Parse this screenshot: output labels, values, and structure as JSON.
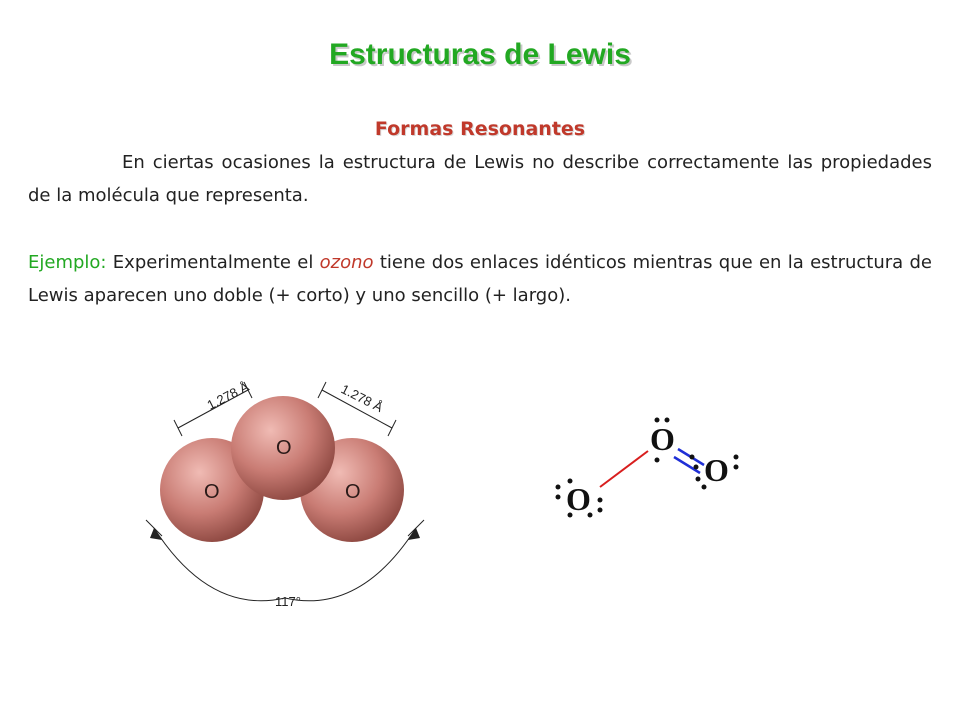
{
  "slide": {
    "title": "Estructuras de Lewis",
    "subtitle": "Formas Resonantes",
    "paragraph1": "En ciertas ocasiones la estructura de Lewis no describe  correctamente las propiedades de la molécula que representa.",
    "example_label": "Ejemplo:",
    "example_pre": " Experimentalmente el ",
    "example_highlight": "ozono",
    "example_post": " tiene dos enlaces idénticos mientras que en la estructura de Lewis aparecen uno doble (+ corto) y uno sencillo (+ largo)."
  },
  "ozone_model": {
    "bond_length_left": "1.278 Å",
    "bond_length_right": "1.278 Å",
    "angle": "117°",
    "atoms": [
      "O",
      "O",
      "O"
    ],
    "colors": {
      "sphere_light": "#e8aaa2",
      "sphere_mid": "#c97c74",
      "sphere_dark": "#7a3a34"
    }
  },
  "lewis": {
    "atoms": [
      "O",
      "O",
      "O"
    ],
    "colors": {
      "single_bond": "#d81e1e",
      "double_bond_1": "#1f2fd6",
      "double_bond_2": "#1f2fd6"
    }
  }
}
